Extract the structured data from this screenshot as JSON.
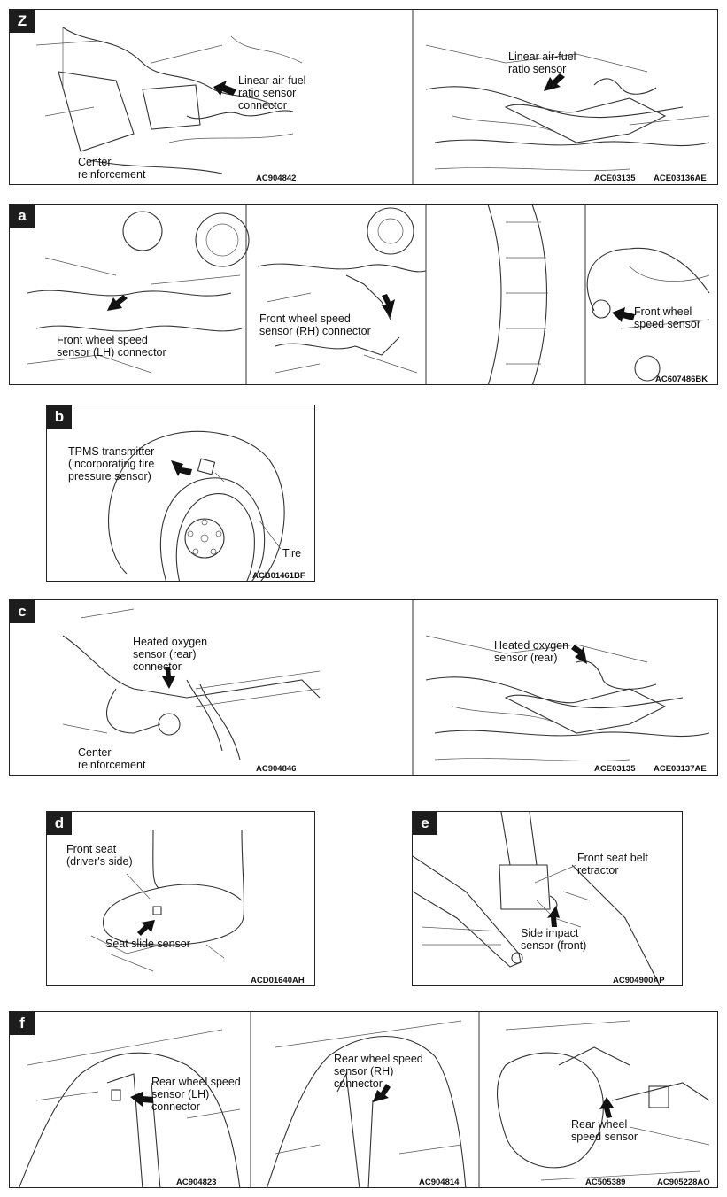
{
  "panels": {
    "z": {
      "tag": "Z",
      "label_connector": [
        "Linear air-fuel",
        "ratio sensor",
        "connector"
      ],
      "label_sensor": [
        "Linear air-fuel",
        "ratio sensor"
      ],
      "label_reinforcement": [
        "Center",
        "reinforcement"
      ],
      "code_left": "AC904842",
      "code_mid": "ACE03135",
      "code_right": "ACE03136AE"
    },
    "a": {
      "tag": "a",
      "label_lh": [
        "Front wheel speed",
        "sensor (LH) connector"
      ],
      "label_rh": [
        "Front wheel speed",
        "sensor (RH) connector"
      ],
      "label_sensor": [
        "Front wheel",
        "speed sensor"
      ],
      "code": "AC607486BK"
    },
    "b": {
      "tag": "b",
      "label_tpms": [
        "TPMS transmitter",
        "(incorporating tire",
        " pressure sensor)"
      ],
      "label_tire": "Tire",
      "code": "ACB01461BF"
    },
    "c": {
      "tag": "c",
      "label_connector": [
        "Heated oxygen",
        "sensor (rear)",
        "connector"
      ],
      "label_sensor": [
        "Heated oxygen",
        "sensor (rear)"
      ],
      "label_reinforcement": [
        "Center",
        "reinforcement"
      ],
      "code_left": "AC904846",
      "code_mid": "ACE03135",
      "code_right": "ACE03137AE"
    },
    "d": {
      "tag": "d",
      "label_seat": [
        "Front seat",
        "(driver's side)"
      ],
      "label_sensor": "Seat slide sensor",
      "code": "ACD01640AH"
    },
    "e": {
      "tag": "e",
      "label_retractor": [
        "Front seat belt",
        "retractor"
      ],
      "label_sensor": [
        "Side impact",
        "sensor (front)"
      ],
      "code": "AC904900AP"
    },
    "f": {
      "tag": "f",
      "label_lh": [
        "Rear wheel speed",
        "sensor (LH)",
        "connector"
      ],
      "label_rh": [
        "Rear wheel speed",
        "sensor (RH)",
        "connector"
      ],
      "label_sensor": [
        "Rear wheel",
        "speed sensor"
      ],
      "code_1": "AC904823",
      "code_2": "AC904814",
      "code_3": "AC505389",
      "code_4": "AC905228AO"
    }
  }
}
